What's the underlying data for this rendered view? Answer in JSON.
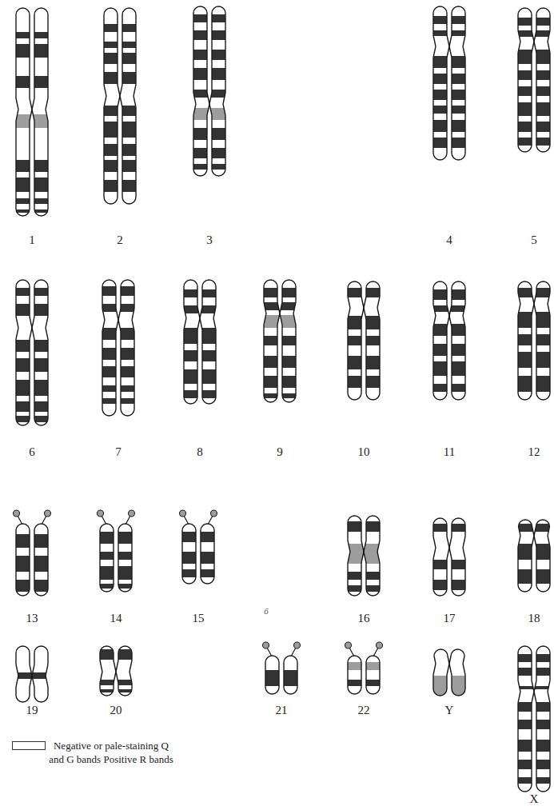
{
  "diagram": {
    "labels": [
      "1",
      "2",
      "3",
      "4",
      "5",
      "6",
      "7",
      "8",
      "9",
      "10",
      "11",
      "12",
      "13",
      "14",
      "15",
      "6",
      "16",
      "17",
      "18",
      "19",
      "20",
      "21",
      "22",
      "Y",
      "X"
    ],
    "legend": [
      {
        "text": "Negative or pale-staining Q and G bands Positive R bands",
        "color": "#ffffff"
      }
    ]
  }
}
